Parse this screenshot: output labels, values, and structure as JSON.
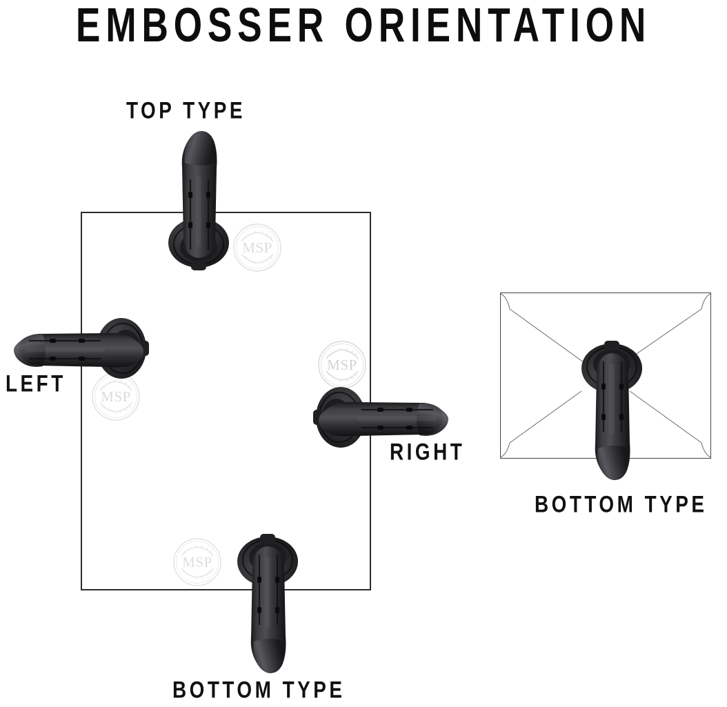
{
  "header": {
    "title": "EMBOSSER ORIENTATION"
  },
  "diagram": {
    "paper": {
      "name": "sheet-of-paper"
    },
    "envelope": {
      "name": "envelope"
    },
    "labels": [
      {
        "id": "top-type",
        "text": "TOP TYPE"
      },
      {
        "id": "left",
        "text": "LEFT"
      },
      {
        "id": "right",
        "text": "RIGHT"
      },
      {
        "id": "bottom-type-paper",
        "text": "BOTTOM TYPE"
      },
      {
        "id": "bottom-type-env",
        "text": "BOTTOM TYPE"
      }
    ],
    "seal": {
      "monogram": "MSP"
    },
    "colors": {
      "title": "#0d0d0d",
      "label": "#111111",
      "outline": "#2b2b2b",
      "envelope_outline": "#555555",
      "embosser_body": "#2e2e30",
      "embosser_highlight": "#56565a",
      "embosser_shadow": "#141416",
      "seal": "#e3e3e3",
      "background": "#ffffff"
    }
  }
}
